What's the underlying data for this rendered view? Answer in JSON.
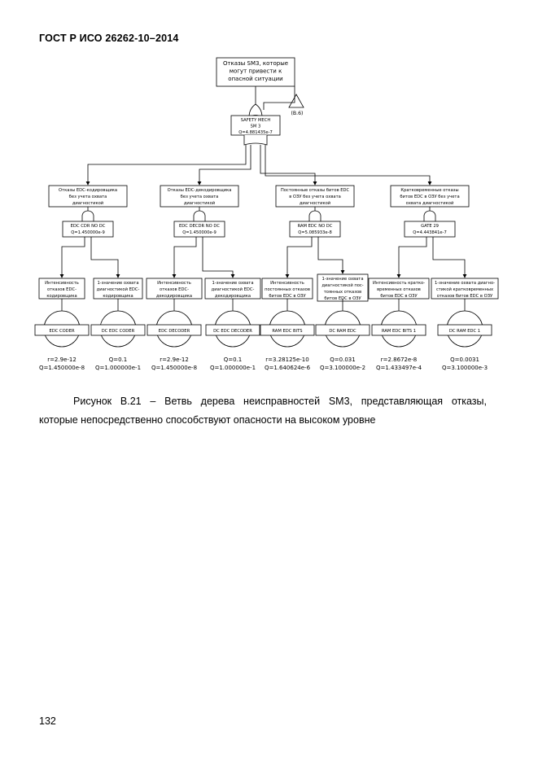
{
  "header": "ГОСТ Р ИСО 26262-10–2014",
  "page_number": "132",
  "caption": {
    "line1": "Рисунок В.21 – Ветвь дерева неисправностей SM3, представляющая отказы,",
    "line2": "которые непосредственно способствуют опасности на высоком уровне"
  },
  "tree": {
    "top_event": [
      "Отказы SM3, которые",
      "могут привести к",
      "опасной ситуации"
    ],
    "transfer": "(B.6)",
    "top_gate": [
      "SAFETY MECH",
      "SM 3",
      "Q=4.881435e-7"
    ],
    "branches": [
      {
        "desc": [
          "Отказы EDC-кодировщика",
          "без учета охвата",
          "диагностикой"
        ],
        "gate": [
          "EDC CDR NO DC",
          "Q=1.450000e-9"
        ],
        "left_desc": [
          "Интенсивность",
          "отказов EDC-",
          "кодировщика"
        ],
        "right_desc": [
          "1-значение охвата",
          "диагностикой EDC-",
          "кодировщика"
        ],
        "left_event": "EDC CODER",
        "right_event": "DC EDC CODER",
        "left_value": [
          "r=2.9e-12",
          "Q=1.450000e-8"
        ],
        "right_value": [
          "Q=0.1",
          "Q=1.000000e-1"
        ]
      },
      {
        "desc": [
          "Отказы EDC-декодировщика",
          "без учета охвата",
          "диагностикой"
        ],
        "gate": [
          "EDC DECDR NO DC",
          "Q=1.450000e-9"
        ],
        "left_desc": [
          "Интенсивность",
          "отказов EDC-",
          "декодировщика"
        ],
        "right_desc": [
          "1-значение охвата",
          "диагностикой EDC-",
          "декодировщика"
        ],
        "left_event": "EDC DECODER",
        "right_event": "DC EDC DECODER",
        "left_value": [
          "r=2.9e-12",
          "Q=1.450000e-8"
        ],
        "right_value": [
          "Q=0.1",
          "Q=1.000000e-1"
        ]
      },
      {
        "desc": [
          "Постоянные отказы битов EDC",
          "в ОЗУ без учета охвата",
          "диагностикой"
        ],
        "gate": [
          "RAM EDC NO DC",
          "Q=5.085933e-8"
        ],
        "left_desc": [
          "Интенсивность",
          "постоянных отказов",
          "битов EDC в ОЗУ"
        ],
        "right_desc": [
          "1-значение охвата",
          "диагностикой пос-",
          "тоянных отказов",
          "битов EDC в ОЗУ"
        ],
        "left_event": "RAM EDC BITS",
        "right_event": "DC RAM EDC",
        "left_value": [
          "r=3.28125e-10",
          "Q=1.640624e-6"
        ],
        "right_value": [
          "Q=0.031",
          "Q=3.100000e-2"
        ]
      },
      {
        "desc": [
          "Кратковременные отказы",
          "битов EDC в ОЗУ без учета",
          "охвата диагностикой"
        ],
        "gate": [
          "GATE 29",
          "Q=4.443841e-7"
        ],
        "left_desc": [
          "Интенсивность кратко-",
          "временных отказов",
          "битов EDC в ОЗУ"
        ],
        "right_desc": [
          "1-значение охвата диагно-",
          "стикой кратковременных",
          "отказов битов EDC в ОЗУ"
        ],
        "left_event": "RAM EDC BITS 1",
        "right_event": "DC RAM EDC 1",
        "left_value": [
          "r=2.8672e-8",
          "Q=1.433497e-4"
        ],
        "right_value": [
          "Q=0.0031",
          "Q=3.100000e-3"
        ]
      }
    ]
  }
}
